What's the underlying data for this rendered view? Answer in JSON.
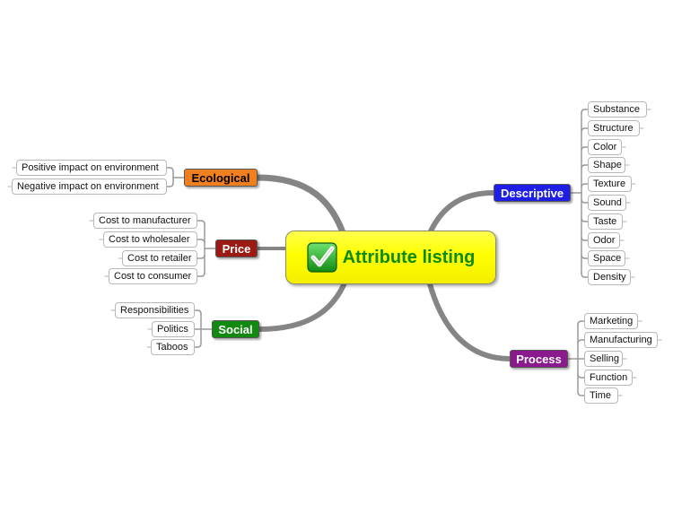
{
  "central": {
    "label": "Attribute listing",
    "icon": "checkmark-icon",
    "fill_color": "#ffff00",
    "text_color": "#0b8a0b"
  },
  "branches": [
    {
      "key": "ecological",
      "label": "Ecological",
      "color": "#f07f1f",
      "text_color": "#000000",
      "topics": [
        "Positive impact on environment",
        "Negative impact on environment"
      ]
    },
    {
      "key": "price",
      "label": "Price",
      "color": "#9b1a13",
      "text_color": "#ffffff",
      "topics": [
        "Cost to manufacturer",
        "Cost to wholesaler",
        "Cost to retailer",
        "Cost to consumer"
      ]
    },
    {
      "key": "social",
      "label": "Social",
      "color": "#128a12",
      "text_color": "#ffffff",
      "topics": [
        "Responsibilities",
        "Politics",
        "Taboos"
      ]
    },
    {
      "key": "descriptive",
      "label": "Descriptive",
      "color": "#1e1ee6",
      "text_color": "#ffffff",
      "topics": [
        "Substance",
        "Structure",
        "Color",
        "Shape",
        "Texture",
        "Sound",
        "Taste",
        "Odor",
        "Space",
        "Density"
      ]
    },
    {
      "key": "process",
      "label": "Process",
      "color": "#8a1a8e",
      "text_color": "#ffffff",
      "topics": [
        "Marketing",
        "Manufacturing",
        "Selling",
        "Function",
        "Time"
      ]
    }
  ]
}
